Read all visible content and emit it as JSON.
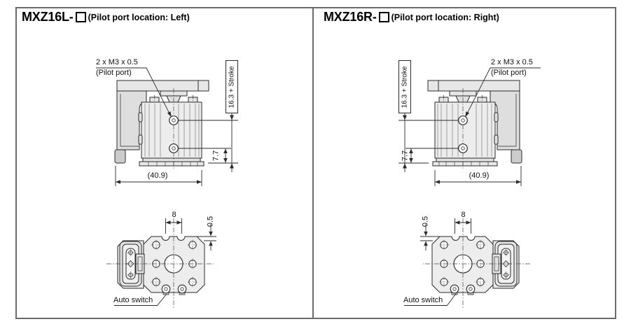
{
  "doc": {
    "type": "dimensional-drawing",
    "series": "MXZ16"
  },
  "colors": {
    "line": "#2b2b2b",
    "frame": "#6a6a6a",
    "fill_light": "#ededed",
    "fill_mid": "#dedede",
    "background": "#ffffff"
  },
  "panels": [
    {
      "id": "left",
      "model": "MXZ16L-",
      "note": "(Pilot port location: Left)",
      "dims": {
        "pilot_thread": "2 x M3 x 0.5",
        "pilot_port": "(Pilot port)",
        "stroke": "16.3 + Stroke",
        "port_offset": "7.7",
        "overall_width": "(40.9)",
        "pitch": "8",
        "edge_offset": "0.5",
        "auto_switch": "Auto switch"
      }
    },
    {
      "id": "right",
      "model": "MXZ16R-",
      "note": "(Pilot port location: Right)",
      "dims": {
        "pilot_thread": "2 x M3 x 0.5",
        "pilot_port": "(Pilot port)",
        "stroke": "16.3 + Stroke",
        "port_offset": "7.7",
        "overall_width": "(40.9)",
        "pitch": "8",
        "edge_offset": "0.5",
        "auto_switch": "Auto switch"
      }
    }
  ]
}
